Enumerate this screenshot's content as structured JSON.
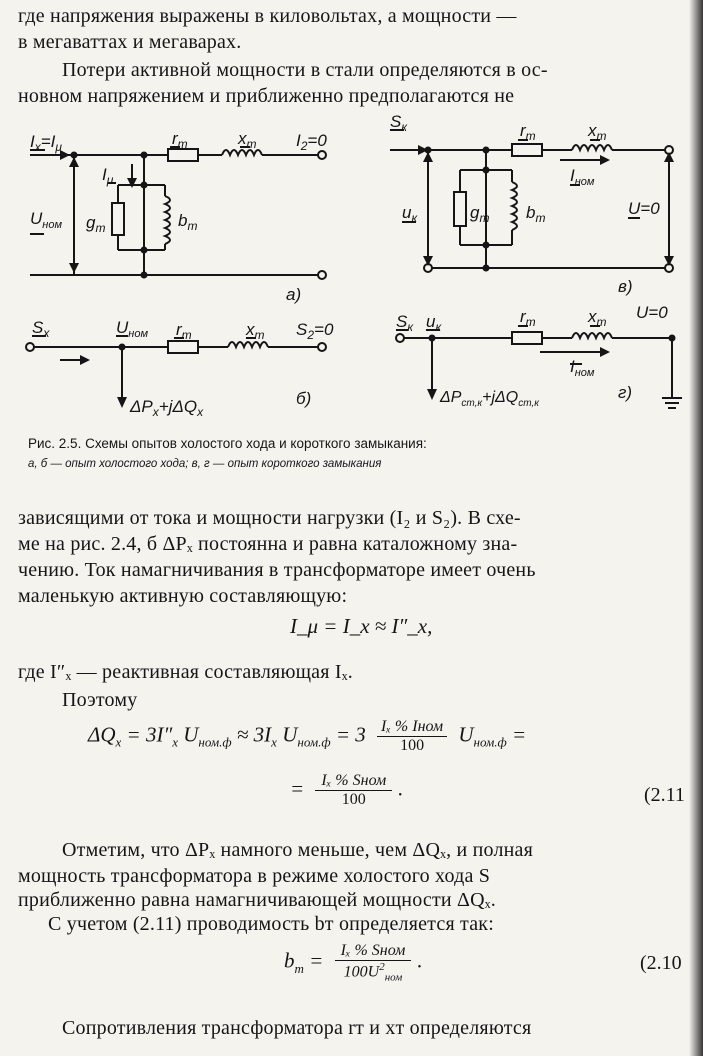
{
  "body_top": [
    "где напряжения выражены в киловольтах, а мощности —",
    "в мегаваттах и мегаварах.",
    "Потери активной мощности в стали определяются в ос-",
    "новном  напряжением и приближенно  предполагаются не"
  ],
  "figure": {
    "a": {
      "ix": "I",
      "ix_sub": "x",
      "eq": "=",
      "imu": "I",
      "imu_sub": "μ",
      "rt": "r",
      "rt_sub": "т",
      "xt": "x",
      "xt_sub": "т",
      "i2": "I",
      "i2_sub": "2",
      "i2_val": "=0",
      "imu2": "I",
      "imu2_sub": "μ",
      "u": "U",
      "u_sub": "ном",
      "gt": "g",
      "gt_sub": "т",
      "bt": "b",
      "bt_sub": "т",
      "tag": "а)"
    },
    "b": {
      "sx": "S",
      "sx_sub": "x",
      "u": "U",
      "u_sub": "ном",
      "rt": "r",
      "rt_sub": "т",
      "xt": "x",
      "xt_sub": "т",
      "s2": "S",
      "s2_sub": "2",
      "s2_val": "=0",
      "loss": "ΔP",
      "loss_sub": "x",
      "loss2": "+jΔQ",
      "loss2_sub": "x",
      "tag": "б)"
    },
    "v": {
      "sk": "S",
      "sk_sub": "к",
      "rt": "r",
      "rt_sub": "т",
      "xt": "x",
      "xt_sub": "т",
      "inom": "I",
      "inom_sub": "ном",
      "uk": "u",
      "uk_sub": "к",
      "gt": "g",
      "gt_sub": "т",
      "bt": "b",
      "bt_sub": "т",
      "u0": "U",
      "u0_val": "=0",
      "tag": "в)"
    },
    "g": {
      "sk": "S",
      "sk_sub": "к",
      "uk": "u",
      "uk_sub": "к",
      "rt": "r",
      "rt_sub": "т",
      "xt": "x",
      "xt_sub": "т",
      "u0": "U",
      "u0_val": "=0",
      "inom": "I",
      "inom_sub": "ном",
      "loss": "ΔP",
      "loss_sub": "ст,к",
      "loss2": "+jΔQ",
      "loss2_sub": "ст,к",
      "tag": "г)"
    }
  },
  "caption": {
    "line1": "Рис. 2.5. Схемы опытов холостого хода и короткого замыкания:",
    "line2": "а, б — опыт холостого хода; в, г — опыт короткого замыкания"
  },
  "body_mid": [
    "зависящими от тока и мощности нагрузки (I₂ и S₂). В схе-",
    "ме на рис. 2.4, б ΔPₓ постоянна и равна каталожному зна-",
    "чению. Ток намагничивания в трансформаторе имеет очень",
    "маленькую активную составляющую:"
  ],
  "eq1": "I_μ = I_x ≈ I″_x,",
  "where_line": "где I″ₓ — реактивная составляющая Iₓ.",
  "therefore": "Поэтому",
  "eq2": {
    "lhs": "ΔQ",
    "lhs_sub": "x",
    "part1": " = 3I″",
    "part1_sub": "x",
    "part2": " U",
    "part2_sub": "ном.ф",
    "part3": " ≈ 3I",
    "part3_sub": "x",
    "part4": " U",
    "part4_sub": "ном.ф",
    "part5": " = 3",
    "frac_num": "Iₓ % Iном",
    "frac_den": "100",
    "part6": " U",
    "part6_sub": "ном.ф",
    "part7": " =",
    "line2_eq": "=",
    "frac2_num": "Iₓ % Sном",
    "frac2_den": "100",
    "line2_end": ".",
    "number": "(2.11"
  },
  "body_bottom": [
    "Отметим, что ΔPₓ намного меньше, чем ΔQₓ, и полная",
    "мощность трансформатора в режиме холостого хода S",
    "приближенно равна намагничивающей мощности ΔQₓ.",
    "С учетом (2.11) проводимость bт определяется так:"
  ],
  "eq3": {
    "lhs": "b",
    "lhs_sub": "т",
    "eq": "=",
    "frac_num": "Iₓ % Sном",
    "frac_den": "100U",
    "frac_den_sup": "2",
    "frac_den_sub": "ном",
    "end": ".",
    "number": "(2.10"
  },
  "body_last": "Сопротивления  трансформатора  rт  и  xт  определяются"
}
